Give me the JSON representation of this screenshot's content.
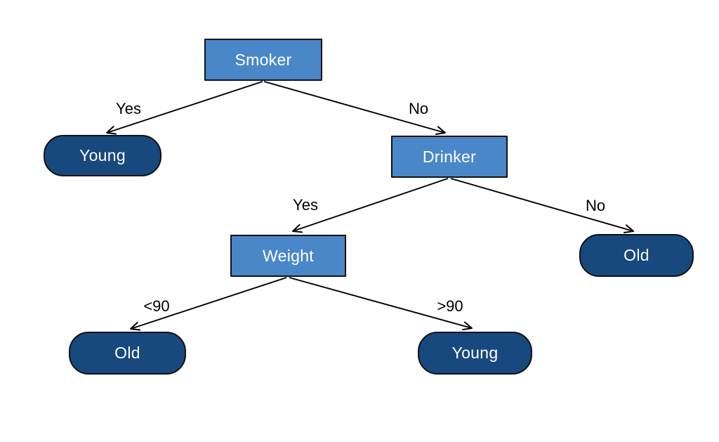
{
  "colors": {
    "background": "#ffffff",
    "decision_fill": "#4a87c9",
    "leaf_fill": "#17497e",
    "node_border": "#111111",
    "edge_color": "#000000",
    "node_text": "#ffffff",
    "edge_label_text": "#000000"
  },
  "tree": {
    "nodes": [
      {
        "id": "smoker",
        "label": "Smoker",
        "type": "decision"
      },
      {
        "id": "young-left",
        "label": "Young",
        "type": "leaf"
      },
      {
        "id": "drinker",
        "label": "Drinker",
        "type": "decision"
      },
      {
        "id": "weight",
        "label": "Weight",
        "type": "decision"
      },
      {
        "id": "old-right",
        "label": "Old",
        "type": "leaf"
      },
      {
        "id": "old-bottom-left",
        "label": "Old",
        "type": "leaf"
      },
      {
        "id": "young-bottom",
        "label": "Young",
        "type": "leaf"
      }
    ],
    "edges": [
      {
        "from": "smoker",
        "to": "young-left",
        "label": "Yes"
      },
      {
        "from": "smoker",
        "to": "drinker",
        "label": "No"
      },
      {
        "from": "drinker",
        "to": "weight",
        "label": "Yes"
      },
      {
        "from": "drinker",
        "to": "old-right",
        "label": "No"
      },
      {
        "from": "weight",
        "to": "old-bottom-left",
        "label": "<90"
      },
      {
        "from": "weight",
        "to": "young-bottom",
        "label": ">90"
      }
    ]
  }
}
